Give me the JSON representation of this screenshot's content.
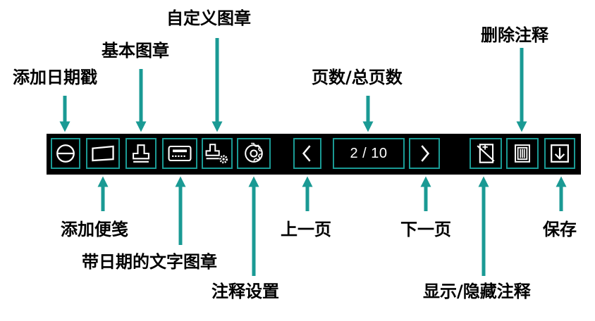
{
  "toolbar": {
    "page_indicator": "2 / 10",
    "accent_color": "#1a9a94",
    "buttons": [
      {
        "id": "add-date-stamp",
        "icon": "circle-line-icon"
      },
      {
        "id": "add-sticky-note",
        "icon": "note-icon"
      },
      {
        "id": "basic-stamp",
        "icon": "stamp-icon"
      },
      {
        "id": "date-text-stamp",
        "icon": "text-stamp-icon"
      },
      {
        "id": "custom-stamp",
        "icon": "stamp-gear-icon"
      },
      {
        "id": "annotation-settings",
        "icon": "gear-icon"
      },
      {
        "id": "previous-page",
        "icon": "chevron-left-icon"
      },
      {
        "id": "next-page",
        "icon": "chevron-right-icon"
      },
      {
        "id": "toggle-annotations",
        "icon": "show-hide-icon"
      },
      {
        "id": "delete-annotation",
        "icon": "trash-icon"
      },
      {
        "id": "save",
        "icon": "download-icon"
      }
    ]
  },
  "labels": {
    "add_date_stamp": "添加日期戳",
    "basic_stamp": "基本图章",
    "custom_stamp": "自定义图章",
    "page_count": "页数/总页数",
    "delete_annotation": "删除注释",
    "add_sticky_note": "添加便笺",
    "date_text_stamp": "带日期的文字图章",
    "annotation_settings": "注释设置",
    "previous_page": "上一页",
    "next_page": "下一页",
    "save": "保存",
    "toggle_annotations": "显示/隐藏注释"
  }
}
